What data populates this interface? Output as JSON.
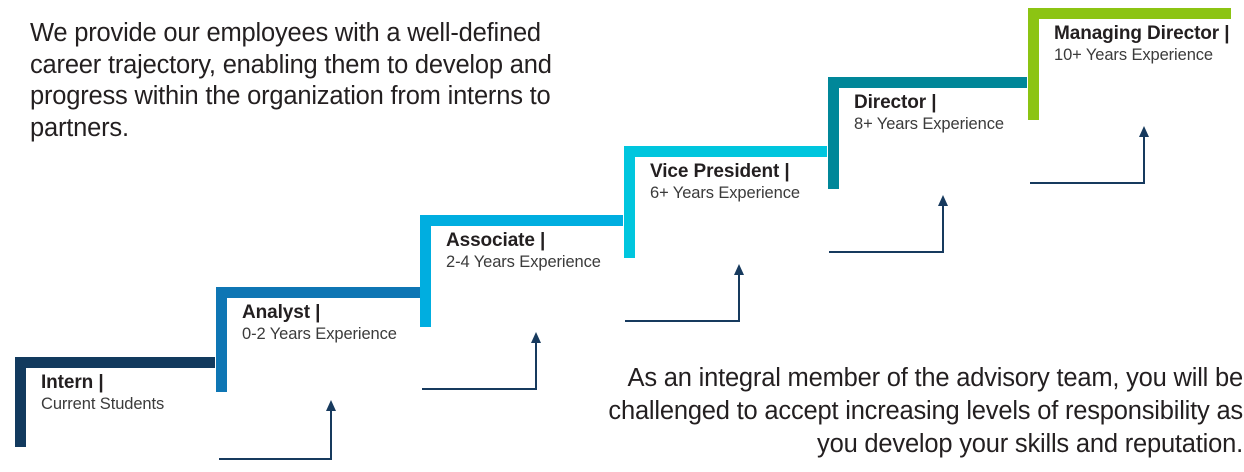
{
  "intro_paragraph": "We provide our employees with a well-defined career trajectory, enabling them to develop and progress within the organization from interns to partners.",
  "closing_paragraph": "As an integral member of the advisory team, you will be challenged to accept increasing levels of responsibility as you develop your skills and reputation.",
  "colors": {
    "intern": "#123A5E",
    "analyst": "#0E76B4",
    "associate": "#00AEE0",
    "vice_president": "#00C6DE",
    "director": "#008799",
    "managing_director": "#8CC413",
    "arrow": "#173A5E",
    "text": "#231F20",
    "background": "#FFFFFF"
  },
  "steps": [
    {
      "title": "Intern |",
      "sub": "Current Students",
      "color": "#123A5E"
    },
    {
      "title": "Analyst |",
      "sub": "0-2 Years\nExperience",
      "color": "#0E76B4"
    },
    {
      "title": "Associate |",
      "sub": "2-4 Years\nExperience",
      "color": "#00AEE0"
    },
    {
      "title": "Vice President |",
      "sub": "6+ Years\nExperience",
      "color": "#00C6DE"
    },
    {
      "title": "Director |",
      "sub": "8+ Years\nExperience",
      "color": "#008799"
    },
    {
      "title": "Managing Director |",
      "sub": "10+ Years\nExperience",
      "color": "#8CC413"
    }
  ],
  "arrows": [
    {
      "label": "intern-to-analyst"
    },
    {
      "label": "analyst-to-associate"
    },
    {
      "label": "associate-to-vice-president"
    },
    {
      "label": "vice-president-to-director"
    },
    {
      "label": "director-to-managing-director"
    }
  ]
}
